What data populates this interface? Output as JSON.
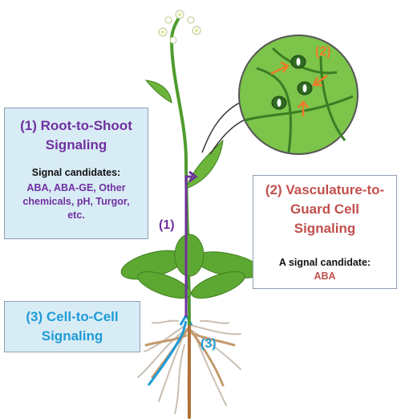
{
  "boxes": {
    "root_to_shoot": {
      "title": "(1) Root-to-Shoot Signaling",
      "subtitle": "Signal candidates:",
      "candidates": "ABA, ABA-GE, Other chemicals, pH, Turgor, etc."
    },
    "vasculature_to_guard": {
      "title": "(2) Vasculature-to-Guard Cell Signaling",
      "subtitle": "A signal candidate:",
      "candidates": "ABA"
    },
    "cell_to_cell": {
      "title": "(3) Cell-to-Cell Signaling"
    }
  },
  "path_labels": {
    "label_1": "(1)",
    "label_2": "(2)",
    "label_3": "(3)"
  },
  "colors": {
    "purple": "#7030a0",
    "red": "#c0504d",
    "cyan": "#1f9bd7",
    "leaf_green": "#5da832",
    "arrow_orange": "#f07a2a"
  }
}
